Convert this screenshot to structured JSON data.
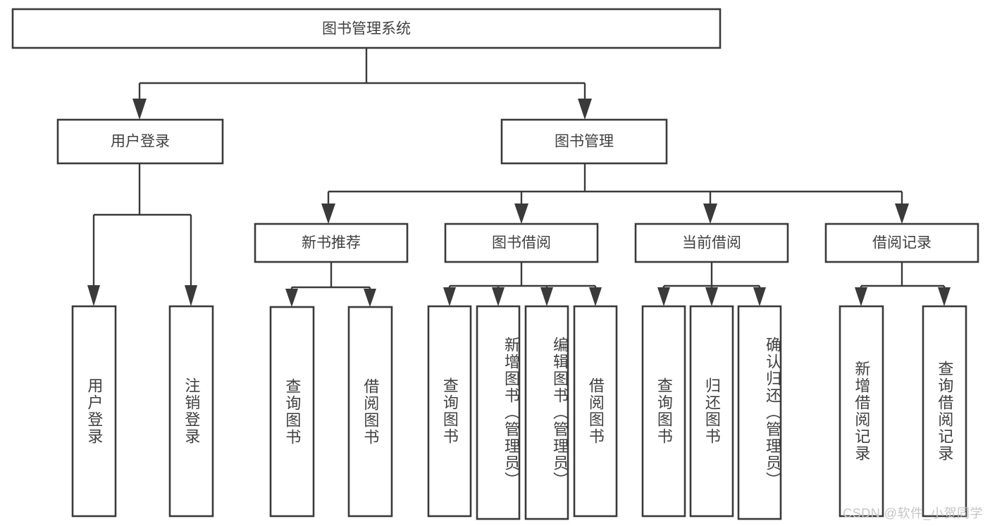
{
  "diagram": {
    "title": "图书管理系统",
    "type": "hierarchy-tree",
    "colors": {
      "box_stroke": "#3a3a3a",
      "box_fill": "#ffffff",
      "text": "#3f3f41",
      "connector": "#3a3a3a",
      "background": "#ffffff",
      "watermark": "#c6c6c6"
    },
    "root": {
      "label": "图书管理系统"
    },
    "level2": [
      {
        "label": "用户登录"
      },
      {
        "label": "图书管理"
      }
    ],
    "level3": [
      {
        "label": "新书推荐"
      },
      {
        "label": "图书借阅"
      },
      {
        "label": "当前借阅"
      },
      {
        "label": "借阅记录"
      }
    ],
    "leaves": {
      "user_login": [
        {
          "label": "用户登录"
        },
        {
          "label": "注销登录"
        }
      ],
      "new_book_recommend": [
        {
          "label": "查询图书"
        },
        {
          "label": "借阅图书"
        }
      ],
      "book_borrow": [
        {
          "label": "查询图书"
        },
        {
          "label": "新增图书（管理员）"
        },
        {
          "label": "编辑图书（管理员）"
        },
        {
          "label": "借阅图书"
        }
      ],
      "current_borrow": [
        {
          "label": "查询图书"
        },
        {
          "label": "归还图书"
        },
        {
          "label": "确认归还（管理员）"
        }
      ],
      "borrow_record": [
        {
          "label": "新增借阅记录"
        },
        {
          "label": "查询借阅记录"
        }
      ]
    }
  },
  "watermark": {
    "text": "CSDN @软件_小贺同学"
  }
}
